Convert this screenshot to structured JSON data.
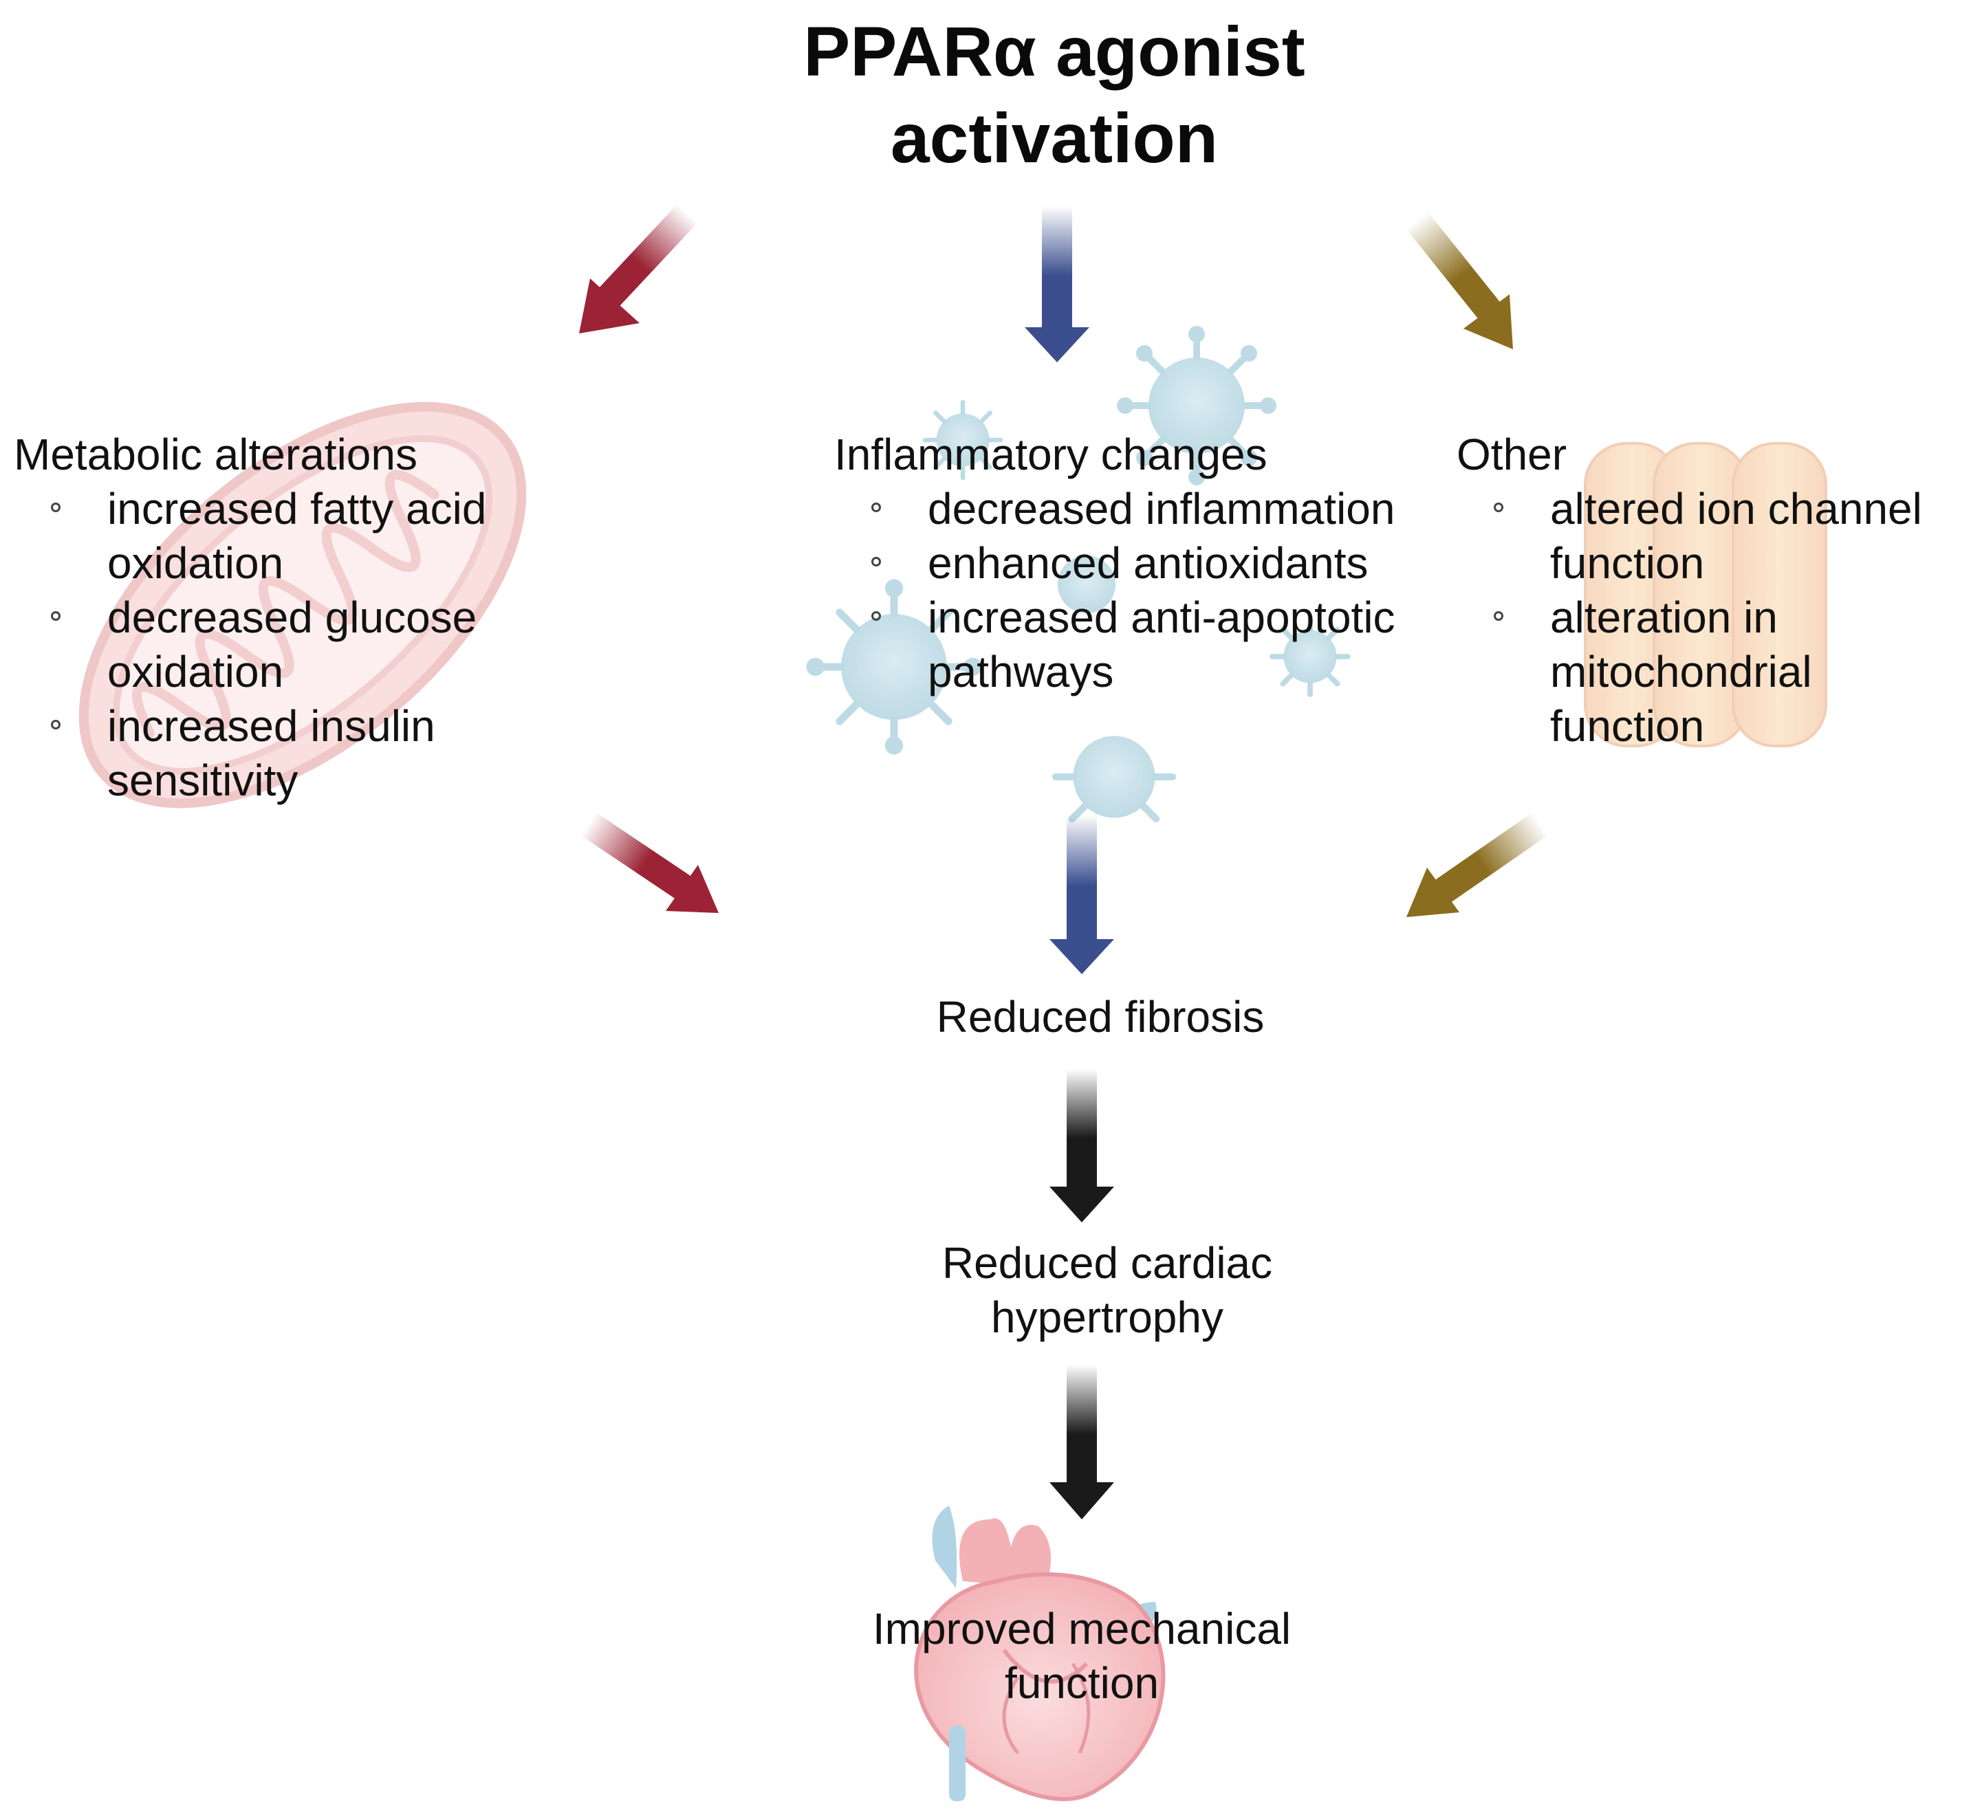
{
  "title": {
    "line1": "PPARα agonist",
    "line2": "activation"
  },
  "branches": {
    "metabolic": {
      "heading": "Metabolic alterations",
      "arrow_color": "#9b2335",
      "items": [
        "increased fatty acid oxidation",
        "decreased glucose oxidation",
        "increased insulin sensitivity"
      ],
      "icon": "mitochondrion-icon"
    },
    "inflammatory": {
      "heading": "Inflammatory changes",
      "arrow_color": "#3b4f8f",
      "items": [
        "decreased inflammation",
        "enhanced antioxidants",
        "increased anti-apoptotic pathways"
      ],
      "icon": "virus-icon"
    },
    "other": {
      "heading": "Other",
      "arrow_color": "#8a6d1e",
      "items": [
        "altered ion channel function",
        "alteration in mitochondrial function"
      ],
      "icon": "ion-channel-icon"
    }
  },
  "outcomes": {
    "fibrosis": "Reduced fibrosis",
    "hypertrophy_line1": "Reduced cardiac",
    "hypertrophy_line2": "hypertrophy",
    "function_line1": "Improved mechanical",
    "function_line2": "function",
    "arrow_color": "#1a1a1a",
    "icon": "heart-icon"
  }
}
